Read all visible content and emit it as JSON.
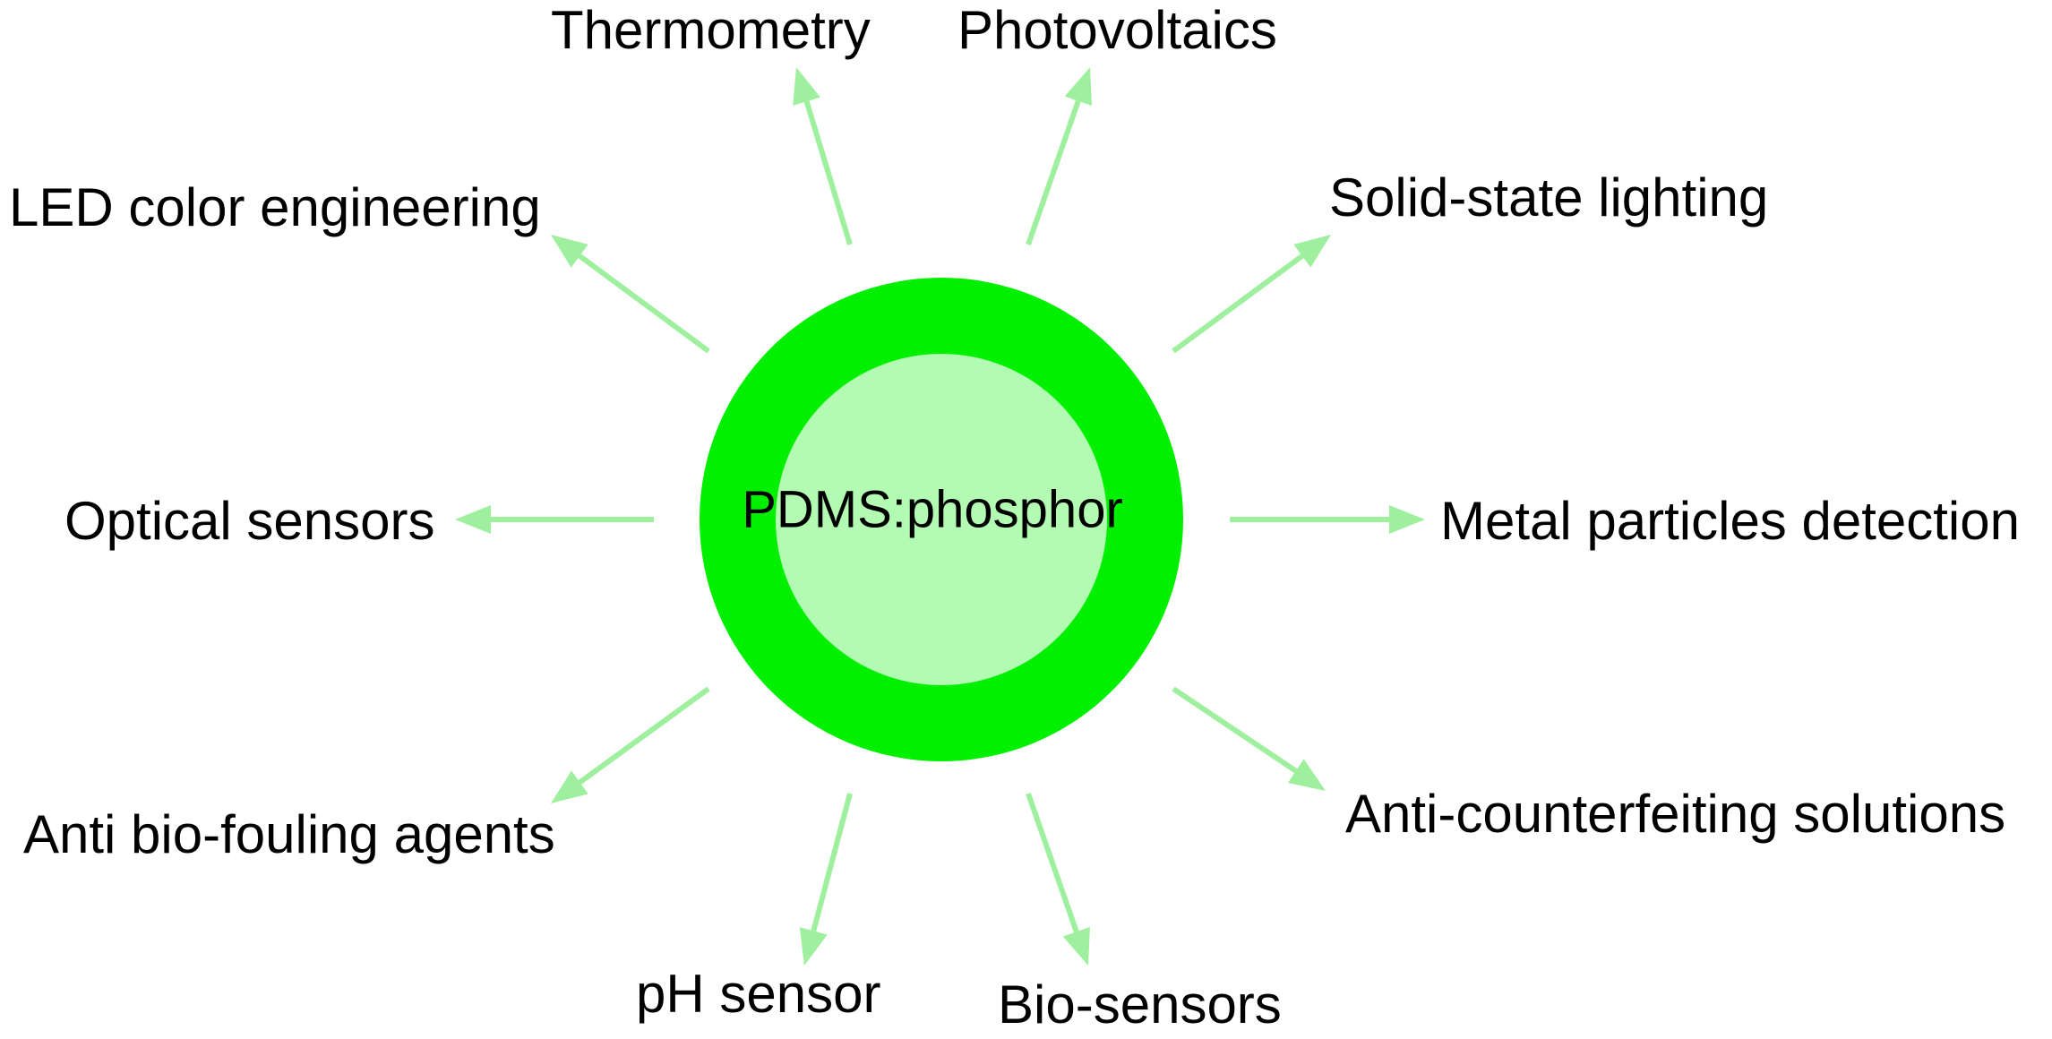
{
  "center": {
    "label": "PDMS:phosphor",
    "outer_color": "#00f000",
    "inner_color": "#b3fbb3"
  },
  "arrow_color": "#9ef09e",
  "applications": [
    {
      "id": "thermometry",
      "label": "Thermometry"
    },
    {
      "id": "photovoltaics",
      "label": "Photovoltaics"
    },
    {
      "id": "led-color-engineering",
      "label": "LED color engineering"
    },
    {
      "id": "solid-state-lighting",
      "label": "Solid-state lighting"
    },
    {
      "id": "optical-sensors",
      "label": "Optical sensors"
    },
    {
      "id": "metal-particles-detection",
      "label": "Metal particles detection"
    },
    {
      "id": "anti-bio-fouling-agents",
      "label": "Anti bio-fouling agents"
    },
    {
      "id": "anti-counterfeiting-solutions",
      "label": "Anti-counterfeiting solutions"
    },
    {
      "id": "ph-sensor",
      "label": "pH sensor"
    },
    {
      "id": "bio-sensors",
      "label": "Bio-sensors"
    }
  ]
}
